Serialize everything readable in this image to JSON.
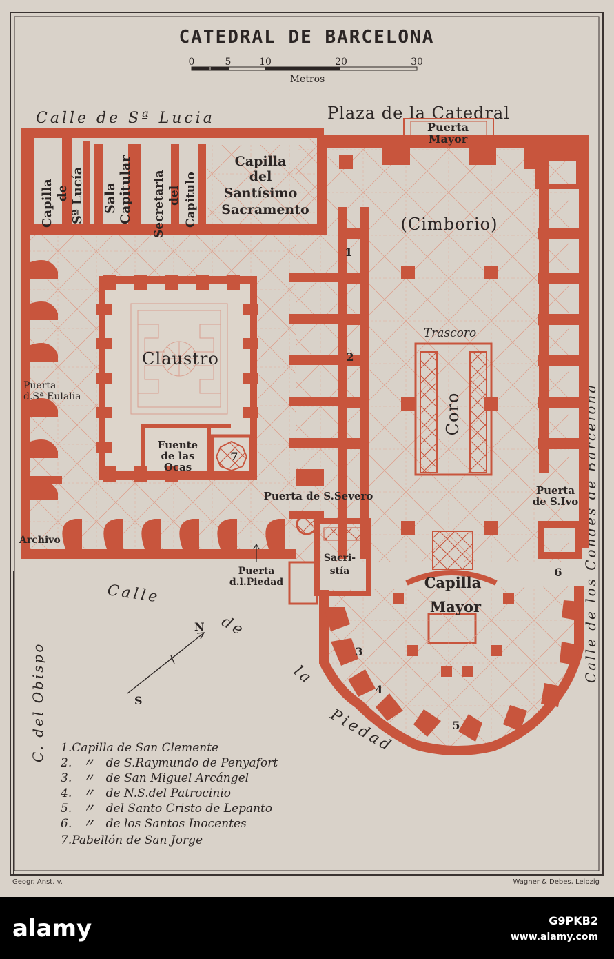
{
  "title": "CATEDRAL DE BARCELONA",
  "scale": {
    "ticks": [
      "0",
      "5",
      "10",
      "20",
      "30"
    ],
    "unit": "Metros"
  },
  "streets": {
    "santa_lucia": "Calle de Sª Lucia",
    "plaza": "Plaza de la Catedral",
    "condes": "Calle de los Condes de Barcelona",
    "obispo": "C. del Obispo",
    "piedad_calle": "Calle",
    "piedad_de": "de",
    "piedad_la": "la",
    "piedad_name": "Piedad"
  },
  "rooms": {
    "puerta_mayor_1": "Puerta",
    "puerta_mayor_2": "Mayor",
    "capilla_santa_lucia_1": "Capilla",
    "capilla_santa_lucia_2": "de",
    "capilla_santa_lucia_3": "Sª Lucía",
    "sala_capitular_1": "Sala",
    "sala_capitular_2": "Capitular",
    "secretaria_1": "Secretaria",
    "secretaria_2": "del",
    "secretaria_3": "Capitulo",
    "santisimo_1": "Capilla",
    "santisimo_2": "del",
    "santisimo_3": "Santísimo",
    "santisimo_4": "Sacramento",
    "cimborio": "(Cimborio)",
    "trascoro": "Trascoro",
    "claustro": "Claustro",
    "coro": "Coro",
    "puerta_eulalia_1": "Puerta",
    "puerta_eulalia_2": "d.Sª Eulalia",
    "fuente_1": "Fuente",
    "fuente_2": "de las",
    "fuente_3": "Ocas",
    "puerta_severo": "Puerta de S.Severo",
    "puerta_ivo_1": "Puerta",
    "puerta_ivo_2": "de S.Ivo",
    "archivo": "Archivo",
    "puerta_piedad_1": "Puerta",
    "puerta_piedad_2": "d.l.Piedad",
    "sacristia_1": "Sacri-",
    "sacristia_2": "stía",
    "capilla_mayor_1": "Capilla",
    "capilla_mayor_2": "Mayor"
  },
  "chapel_numbers": [
    "1",
    "2",
    "3",
    "4",
    "5",
    "6",
    "7"
  ],
  "compass": {
    "north": "N",
    "south": "S"
  },
  "legend": [
    "1.Capilla de San Clemente",
    "2.   〃   de S.Raymundo de Penyafort",
    "3.   〃   de San Miguel Arcángel",
    "4.   〃   de N.S.del Patrocinio",
    "5.   〃   del Santo Cristo de Lepanto",
    "6.   〃   de los Santos Inocentes",
    "7.Pabellón de San Jorge"
  ],
  "footer": {
    "left": "Geogr. Anst. v.",
    "right": "Wagner & Debes, Leipzig"
  },
  "watermark": {
    "brand": "alamy",
    "code": "G9PKB2",
    "url": "www.alamy.com"
  },
  "colors": {
    "paper": "#d9d2c9",
    "wall": "#c8553d",
    "wall_dark": "#b94a33",
    "ink": "#2b2524",
    "hatch": "#d98a74"
  }
}
